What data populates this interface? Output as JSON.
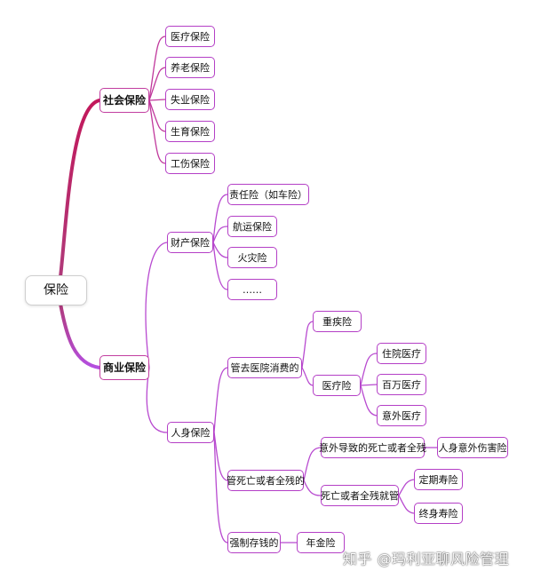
{
  "root": "保险",
  "social": {
    "label": "社会保险",
    "items": [
      "医疗保险",
      "养老保险",
      "失业保险",
      "生育保险",
      "工伤保险"
    ]
  },
  "commercial": {
    "label": "商业保险",
    "property": {
      "label": "财产保险",
      "items": [
        "责任险（如车险）",
        "航运保险",
        "火灾险",
        "……"
      ]
    },
    "personal": {
      "label": "人身保险",
      "medical_consumption": {
        "label": "管去医院消费的",
        "critical_illness": "重疾险",
        "medical": {
          "label": "医疗险",
          "items": [
            "住院医疗",
            "百万医疗",
            "意外医疗"
          ]
        }
      },
      "death_disability": {
        "label": "管死亡或者全残的",
        "accidental": {
          "label": "意外导致的死亡或者全残",
          "item": "人身意外伤害险"
        },
        "any_cause": {
          "label": "死亡或者全残就管",
          "items": [
            "定期寿险",
            "终身寿险"
          ]
        }
      },
      "forced_savings": {
        "label": "强制存钱的",
        "item": "年金险"
      }
    }
  },
  "colors": {
    "node_border": "#b43fc6",
    "branch_social": "#c2185b",
    "branch_commercial": "#b44fe0",
    "root_border": "#cfcfcf"
  },
  "watermark": "知乎 @玛利亚聊风险管理"
}
